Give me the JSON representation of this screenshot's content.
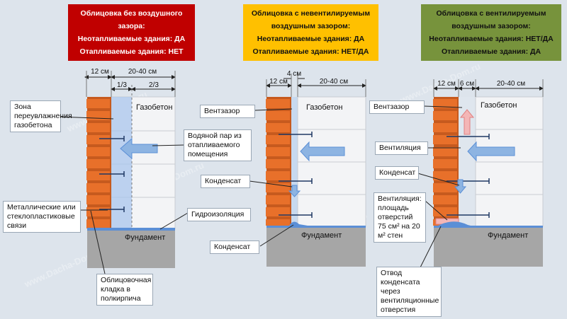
{
  "headers": [
    {
      "line1": "Облицовка без воздушного",
      "line2": "зазора:",
      "line3": "Неотапливаемые здания: ДА",
      "line4": "Отапливаемые здания: НЕТ",
      "bg": "#c00000",
      "fg": "#ffffff"
    },
    {
      "line1": "Облицовка с невентилируемым",
      "line2": "воздушным зазором:",
      "line3": "Неотапливаемые здания: ДА",
      "line4": "Отапливаемые здания: НЕТ/ДА",
      "bg": "#ffc000",
      "fg": "#111111"
    },
    {
      "line1": "Облицовка с вентилируемым",
      "line2": "воздушным зазором:",
      "line3": "Неотапливаемые здания: НЕТ/ДА",
      "line4": "Отапливаемые здания: ДА",
      "bg": "#77933c",
      "fg": "#111111"
    }
  ],
  "dims": {
    "d1_brick": "12 см",
    "d1_block": "20-40 см",
    "d1_third": "1/3",
    "d1_twothirds": "2/3",
    "d2_gap": "4 см",
    "d2_brick": "12 см",
    "d2_block": "20-40 см",
    "d3_brick": "12 см",
    "d3_gap": "6 см",
    "d3_block": "20-40 см"
  },
  "labels": {
    "gasobeton1": "Газобетон",
    "gasobeton2": "Газобетон",
    "gasobeton3": "Газобетон",
    "fundament1": "Фундамент",
    "fundament2": "Фундамент",
    "fundament3": "Фундамент"
  },
  "callouts": {
    "zone": "Зона переувлажнения газобетона",
    "vapor": "Водяной пар из отапливаемого помещения",
    "ties": "Металлические или стеклопластиковые связи",
    "waterproof": "Гидроизоляция",
    "cladding": "Облицовочная кладка в полкирпича",
    "gap2": "Вентзазор",
    "cond2a": "Конденсат",
    "cond2b": "Конденсат",
    "gap3": "Вентзазор",
    "vent3": "Вентиляция",
    "cond3": "Конденсат",
    "ventarea": "Вентиляция: площадь отверстий 75 см² на 20 м² стен",
    "drain": "Отвод конденсата через вентиляционные отверстия"
  },
  "watermark": "www.Dacha-Dom.ru",
  "colors": {
    "brick": "#e8702a",
    "mortar": "#c65a1e",
    "block": "#f3f4f6",
    "foundation": "#a6a6a6",
    "water": "#5b8fd6",
    "arrow": "#8db4e2",
    "bg": "#dde4ec"
  }
}
